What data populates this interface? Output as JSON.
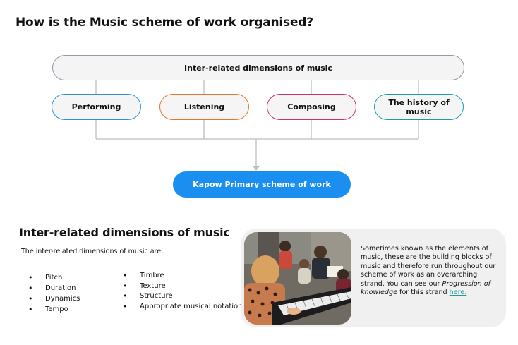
{
  "page": {
    "title": "How is the Music scheme of work organised?"
  },
  "diagram": {
    "top": "Inter-related dimensions of music",
    "strands": [
      {
        "label": "Performing",
        "color": "#2f8ee0"
      },
      {
        "label": "Listening",
        "color": "#e5772a"
      },
      {
        "label": "Composing",
        "color": "#cc2f6e"
      },
      {
        "label": "The history of music",
        "color": "#1e9aa6"
      }
    ],
    "bottom": "Kapow Primary scheme of work",
    "bottom_color": "#1b8ff0"
  },
  "section": {
    "title": "Inter-related dimensions of music",
    "intro": "The inter-related dimensions of music are:",
    "list_left": [
      "Pitch",
      "Duration",
      "Dynamics",
      "Tempo"
    ],
    "list_right": [
      "Timbre",
      "Texture",
      "Structure",
      "Appropriate musical notation"
    ]
  },
  "card": {
    "text_before": "Sometimes known as the elements of music, these are the building blocks of music and therefore run throughout our scheme of work as an overarching strand. You can see our ",
    "emphasis": "Progression of knowledge",
    "text_after": " for this strand ",
    "link": "here."
  }
}
